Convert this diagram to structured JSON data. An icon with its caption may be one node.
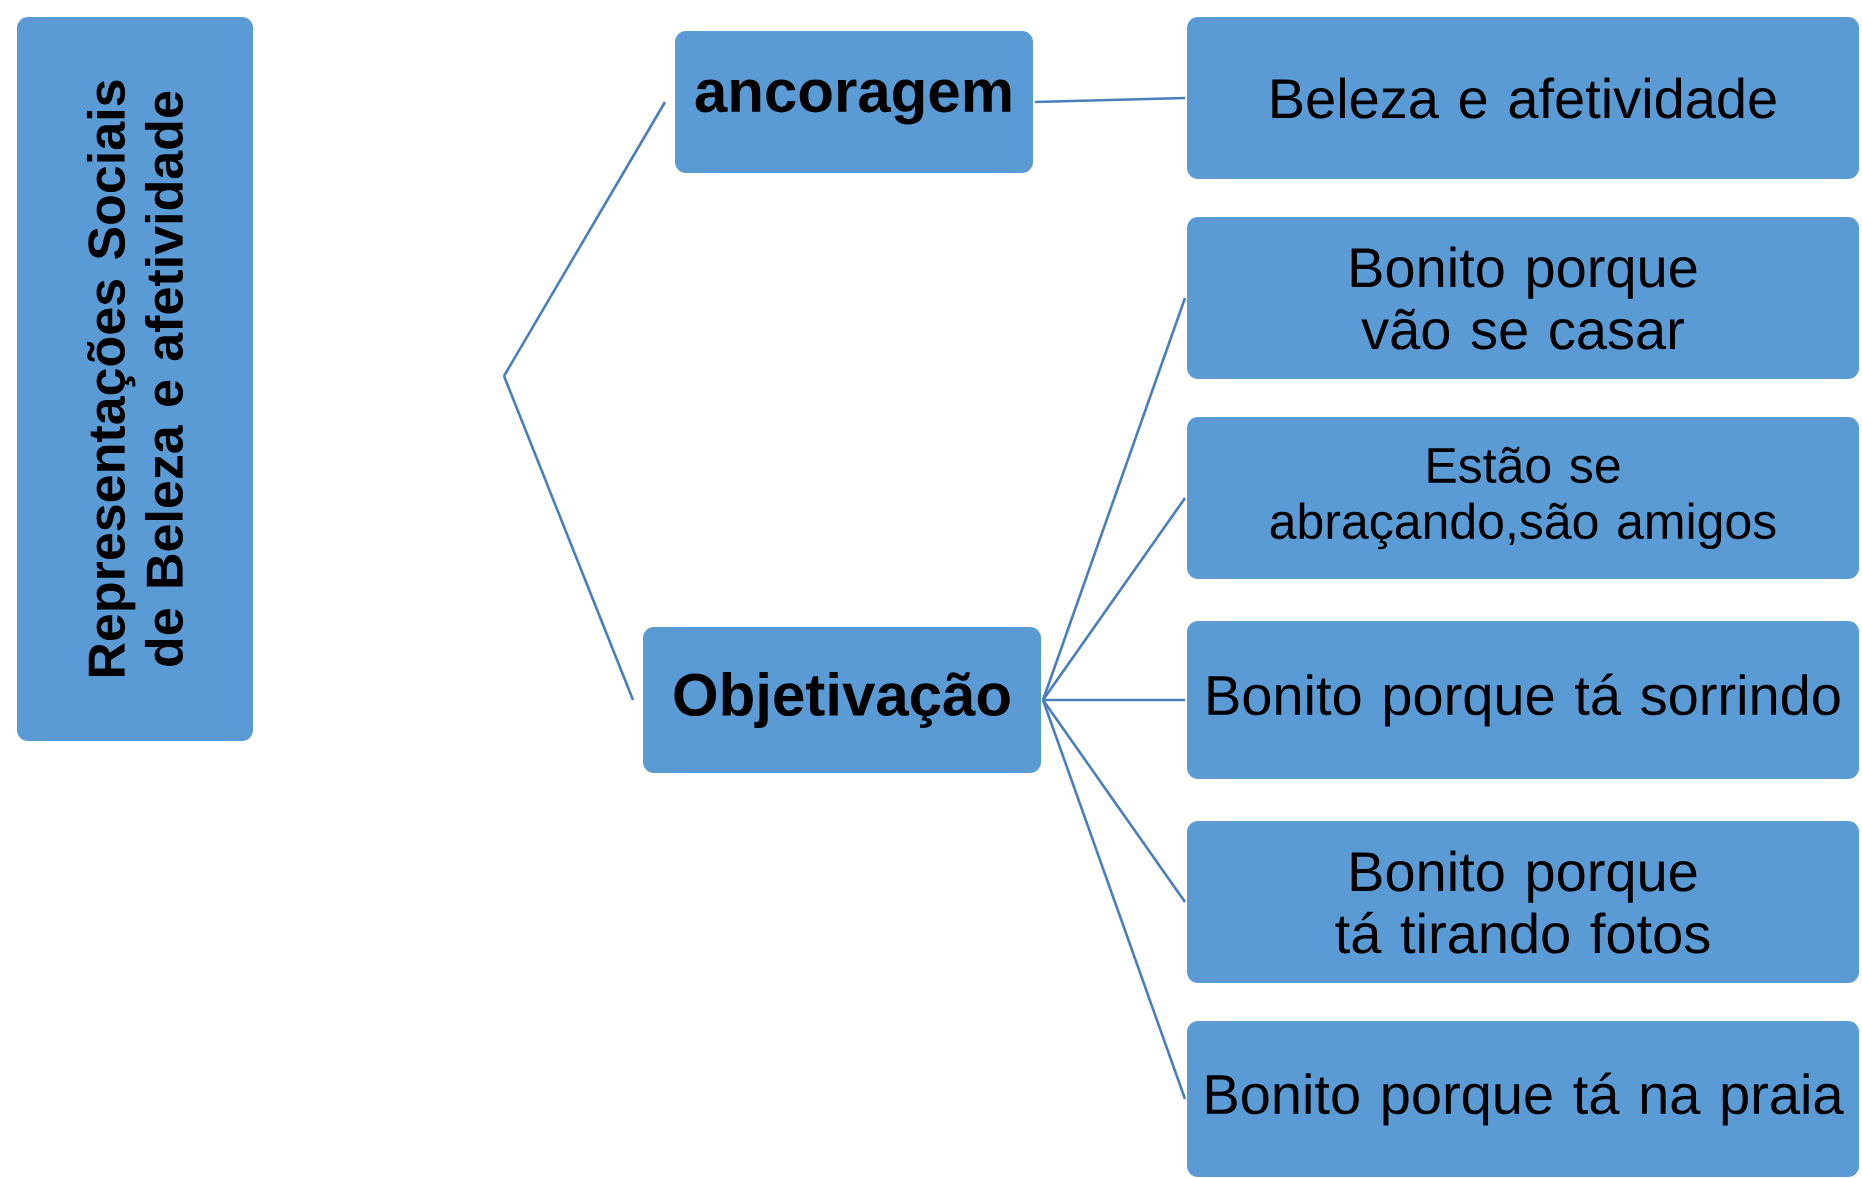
{
  "diagram": {
    "nodes": [
      {
        "text": [
          "Representações  Sociais de Beleza e afetividade"
        ]
      },
      {
        "text": [
          "ancoragem"
        ]
      },
      {
        "text": [
          "Objetivação"
        ]
      },
      {
        "text": [
          "Beleza e afetividade"
        ]
      },
      {
        "text": [
          "Bonito porque vão se casar"
        ]
      },
      {
        "text": [
          "Estão se abraçando,são amigos"
        ]
      },
      {
        "text": [
          "Bonito porque tá sorrindo"
        ]
      },
      {
        "text": [
          "Bonito porque tá tirando fotos"
        ]
      },
      {
        "text": [
          "Bonito porque tá na praia"
        ]
      }
    ],
    "edges": [
      {
        "from": null,
        "to": 1,
        "arrow": "none"
      },
      {
        "from": null,
        "to": 2,
        "arrow": "none"
      },
      {
        "from": 1,
        "to": 3,
        "arrow": "none"
      },
      {
        "from": 2,
        "to": 4,
        "arrow": "none"
      },
      {
        "from": 2,
        "to": 5,
        "arrow": "none"
      },
      {
        "from": 2,
        "to": 6,
        "arrow": "none"
      },
      {
        "from": 2,
        "to": 7,
        "arrow": "none"
      },
      {
        "from": 2,
        "to": 8,
        "arrow": "none"
      }
    ]
  }
}
